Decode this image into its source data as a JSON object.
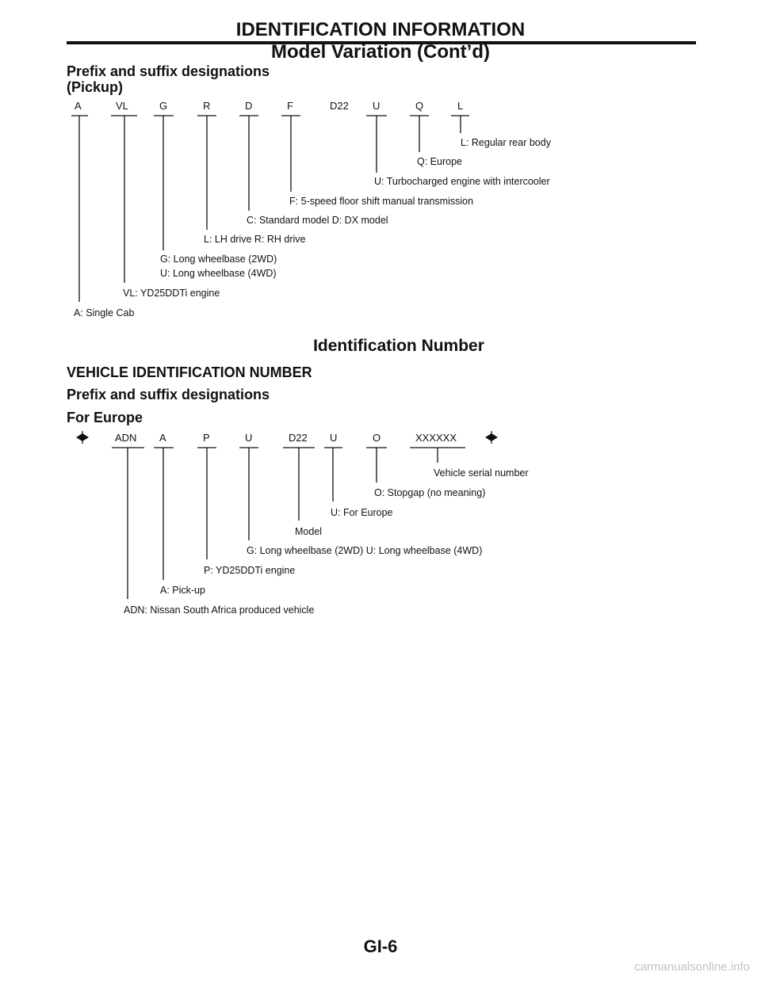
{
  "header": {
    "title": "IDENTIFICATION INFORMATION",
    "subtitle": "Model Variation (Cont’d)"
  },
  "pickup": {
    "heading_line1": "Prefix and suffix designations",
    "heading_line2": "(Pickup)",
    "codes": [
      "A",
      "VL",
      "G",
      "R",
      "D",
      "F",
      "D22",
      "U",
      "Q",
      "L"
    ],
    "labels": {
      "L": "L: Regular rear body",
      "Q": "Q: Europe",
      "U": "U: Turbocharged engine with intercooler",
      "F": "F: 5-speed floor shift manual transmission",
      "D": "C: Standard model   D: DX model",
      "R": "L: LH drive   R: RH drive",
      "G1": "G: Long wheelbase (2WD)",
      "G2": "U: Long wheelbase (4WD)",
      "VL": "VL: YD25DDTi engine",
      "A": "A: Single Cab"
    }
  },
  "identification": {
    "title": "Identification Number",
    "vin_heading": "VEHICLE IDENTIFICATION NUMBER",
    "prefix_heading": "Prefix and suffix designations",
    "region_heading": "For Europe",
    "star_icon": "asterisk-diamond-icon",
    "codes": [
      "ADN",
      "A",
      "P",
      "U",
      "D22",
      "U",
      "O",
      "XXXXXX"
    ],
    "labels": {
      "XXXXXX": "Vehicle serial number",
      "O": "O: Stopgap (no meaning)",
      "U2": "U: For Europe",
      "D22": "Model",
      "U1": "G: Long wheelbase (2WD)   U: Long wheelbase (4WD)",
      "P": "P: YD25DDTi engine",
      "A": "A: Pick-up",
      "ADN": "ADN: Nissan South Africa produced vehicle"
    }
  },
  "footer": {
    "page_number": "GI-6",
    "watermark": "carmanualsonline.info"
  }
}
